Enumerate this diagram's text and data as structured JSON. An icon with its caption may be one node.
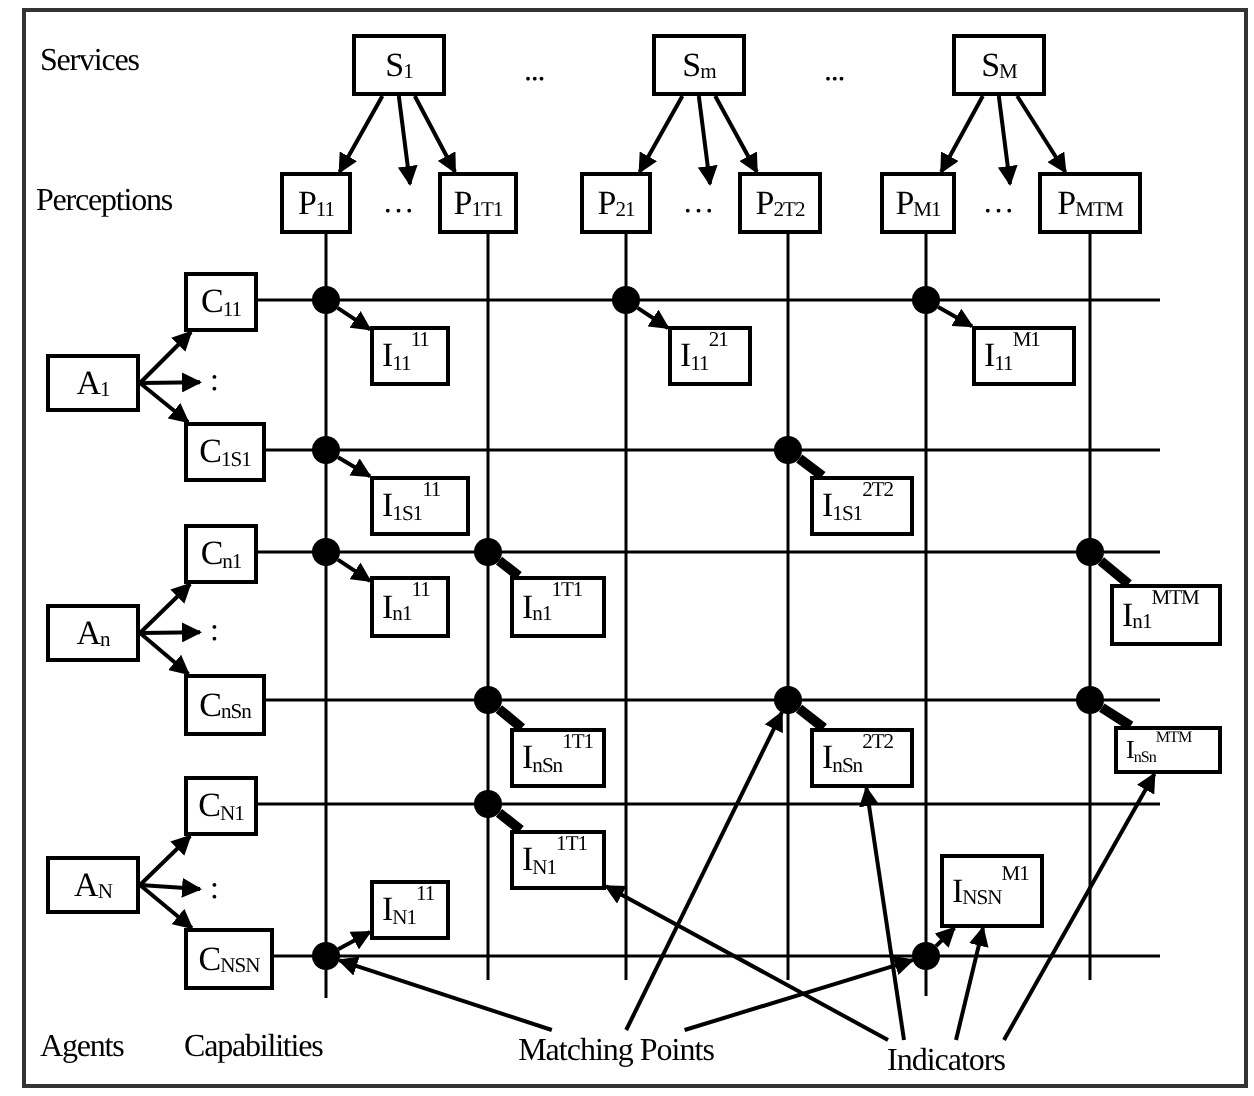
{
  "diagram": {
    "nodes": [
      {
        "text": [
          "S$_{1}$"
        ]
      },
      {
        "text": [
          "S$_{m}$"
        ]
      },
      {
        "text": [
          "S$_{M}$"
        ]
      },
      {
        "text": [
          "P$_{11}$"
        ]
      },
      {
        "text": [
          "…"
        ]
      },
      {
        "text": [
          "P$_{1T1}$"
        ]
      },
      {
        "text": [
          "P$_{21}$"
        ]
      },
      {
        "text": [
          "…"
        ]
      },
      {
        "text": [
          "P$_{2T2}$"
        ]
      },
      {
        "text": [
          "P$_{M1}$"
        ]
      },
      {
        "text": [
          "…"
        ]
      },
      {
        "text": [
          "P$_{MTM}$"
        ]
      },
      {
        "text": [
          "C$_{11}$"
        ]
      },
      {
        "text": [
          "A$_{1}$"
        ]
      },
      {
        "text": [
          ":"
        ]
      },
      {
        "text": [
          "C$_{1S1}$"
        ]
      },
      {
        "text": [
          "C$_{n1}$"
        ]
      },
      {
        "text": [
          "A$_{n}$"
        ]
      },
      {
        "text": [
          ":"
        ]
      },
      {
        "text": [
          "C$_{nSn}$"
        ]
      },
      {
        "text": [
          "C$_{N1}$"
        ]
      },
      {
        "text": [
          "A$_{N}$"
        ]
      },
      {
        "text": [
          ":"
        ]
      },
      {
        "text": [
          "C$_{NSN}$"
        ]
      },
      {
        "text": [
          "I$_{11}$$^{11}$"
        ]
      },
      {
        "text": [
          "I$_{11}$$^{21}$"
        ]
      },
      {
        "text": [
          "I$_{11}$$^{M1}$"
        ]
      },
      {
        "text": [
          "I$_{1S1}$$^{11}$"
        ]
      },
      {
        "text": [
          "I$_{1S1}$$^{2T2}$"
        ]
      },
      {
        "text": [
          "I$_{n1}$$^{11}$"
        ]
      },
      {
        "text": [
          "I$_{n1}$$^{1T1}$"
        ]
      },
      {
        "text": [
          "I$_{n1}$$^{MTM}$"
        ]
      },
      {
        "text": [
          "I$_{nSn}$$^{1T1}$"
        ]
      },
      {
        "text": [
          "I$_{nSn}$$^{2T2}$"
        ]
      },
      {
        "text": [
          "I$_{nSn}$$^{MTM}$"
        ]
      },
      {
        "text": [
          "I$_{N1}$$^{1T1}$"
        ]
      },
      {
        "text": [
          "I$_{N1}$$^{11}$"
        ]
      },
      {
        "text": [
          "I$_{NSN}$$^{M1}$"
        ]
      },
      {
        "text": [],
        "shape": "circle"
      },
      {
        "text": [],
        "shape": "circle"
      },
      {
        "text": [],
        "shape": "circle"
      },
      {
        "text": [],
        "shape": "circle"
      },
      {
        "text": [],
        "shape": "circle"
      },
      {
        "text": [],
        "shape": "circle"
      },
      {
        "text": [],
        "shape": "circle"
      },
      {
        "text": [],
        "shape": "circle"
      },
      {
        "text": [],
        "shape": "circle"
      },
      {
        "text": [],
        "shape": "circle"
      },
      {
        "text": [],
        "shape": "circle"
      },
      {
        "text": [],
        "shape": "circle"
      },
      {
        "text": [],
        "shape": "circle"
      },
      {
        "text": [],
        "shape": "circle"
      },
      {
        "text": [
          "Matching Points"
        ]
      },
      {
        "text": [
          "Indicators"
        ]
      }
    ],
    "edges": [
      {
        "from": 0,
        "to": 3,
        "arrow": "to"
      },
      {
        "from": 0,
        "to": 4,
        "arrow": "to"
      },
      {
        "from": 0,
        "to": 5,
        "arrow": "to"
      },
      {
        "from": 1,
        "to": 6,
        "arrow": "to"
      },
      {
        "from": 1,
        "to": 7,
        "arrow": "to"
      },
      {
        "from": 1,
        "to": 8,
        "arrow": "to"
      },
      {
        "from": 2,
        "to": 9,
        "arrow": "to"
      },
      {
        "from": 2,
        "to": 10,
        "arrow": "to"
      },
      {
        "from": 2,
        "to": 11,
        "arrow": "to"
      },
      {
        "from": 13,
        "to": 12,
        "arrow": "to"
      },
      {
        "from": 13,
        "to": 14,
        "arrow": "to"
      },
      {
        "from": 13,
        "to": 15,
        "arrow": "to"
      },
      {
        "from": 17,
        "to": 16,
        "arrow": "to"
      },
      {
        "from": 17,
        "to": 18,
        "arrow": "to"
      },
      {
        "from": 17,
        "to": 19,
        "arrow": "to"
      },
      {
        "from": 21,
        "to": 20,
        "arrow": "to"
      },
      {
        "from": 21,
        "to": 22,
        "arrow": "to"
      },
      {
        "from": 21,
        "to": 23,
        "arrow": "to"
      },
      {
        "from": 3,
        "to": null,
        "arrow": "none"
      },
      {
        "from": 5,
        "to": null,
        "arrow": "none"
      },
      {
        "from": 6,
        "to": null,
        "arrow": "none"
      },
      {
        "from": 8,
        "to": null,
        "arrow": "none"
      },
      {
        "from": 9,
        "to": null,
        "arrow": "none"
      },
      {
        "from": 11,
        "to": null,
        "arrow": "none"
      },
      {
        "from": 12,
        "to": null,
        "arrow": "none"
      },
      {
        "from": 15,
        "to": null,
        "arrow": "none"
      },
      {
        "from": 16,
        "to": null,
        "arrow": "none"
      },
      {
        "from": 19,
        "to": null,
        "arrow": "none"
      },
      {
        "from": 20,
        "to": null,
        "arrow": "none"
      },
      {
        "from": 23,
        "to": null,
        "arrow": "none"
      },
      {
        "from": 38,
        "to": 24,
        "arrow": "to"
      },
      {
        "from": 39,
        "to": 25,
        "arrow": "to"
      },
      {
        "from": 40,
        "to": 26,
        "arrow": "to"
      },
      {
        "from": 41,
        "to": 27,
        "arrow": "to"
      },
      {
        "from": 42,
        "to": 28,
        "arrow": "none",
        "style": "thick"
      },
      {
        "from": 43,
        "to": 29,
        "arrow": "to"
      },
      {
        "from": 44,
        "to": 30,
        "arrow": "none",
        "style": "thick"
      },
      {
        "from": 45,
        "to": 31,
        "arrow": "none",
        "style": "thick"
      },
      {
        "from": 46,
        "to": 32,
        "arrow": "none",
        "style": "thick"
      },
      {
        "from": 47,
        "to": 33,
        "arrow": "none",
        "style": "thick"
      },
      {
        "from": 48,
        "to": 34,
        "arrow": "none",
        "style": "thick"
      },
      {
        "from": 49,
        "to": 35,
        "arrow": "none",
        "style": "thick"
      },
      {
        "from": 50,
        "to": 36,
        "arrow": "to"
      },
      {
        "from": 51,
        "to": 37,
        "arrow": "to"
      },
      {
        "from": 52,
        "to": 50,
        "arrow": "to"
      },
      {
        "from": 52,
        "to": 47,
        "arrow": "to"
      },
      {
        "from": 52,
        "to": 51,
        "arrow": "to"
      },
      {
        "from": 53,
        "to": 35,
        "arrow": "to"
      },
      {
        "from": 53,
        "to": 33,
        "arrow": "to"
      },
      {
        "from": 53,
        "to": 37,
        "arrow": "to"
      },
      {
        "from": 53,
        "to": 34,
        "arrow": "to"
      }
    ],
    "labels": [
      "Services",
      "...",
      "...",
      "Perceptions",
      "Agents",
      "Capabilities"
    ]
  }
}
